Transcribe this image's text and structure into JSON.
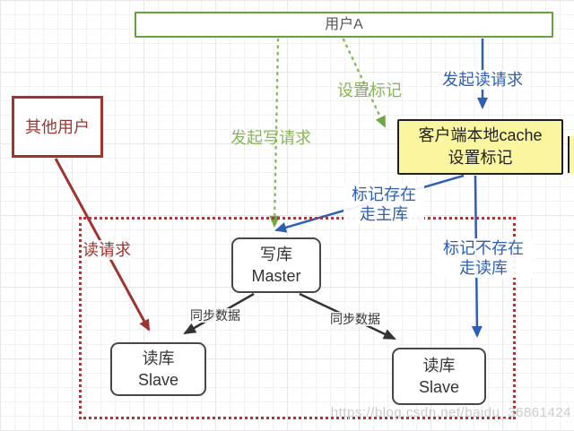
{
  "diagram": {
    "nodes": {
      "user_a": {
        "label": "用户A"
      },
      "other_users": {
        "label": "其他用户"
      },
      "cache": {
        "line1": "客户端本地cache",
        "line2": "设置标记"
      },
      "master": {
        "line1": "写库",
        "line2": "Master"
      },
      "slave_left": {
        "line1": "读库",
        "line2": "Slave"
      },
      "slave_right": {
        "line1": "读库",
        "line2": "Slave"
      }
    },
    "labels": {
      "initiate_read_request": "发起读请求",
      "set_flag": "设置标记",
      "initiate_write_request": "发起写请求",
      "flag_exists_line1": "标记存在",
      "flag_exists_line2": "走主库",
      "flag_missing_line1": "标记不存在",
      "flag_missing_line2": "走读库",
      "read_request": "读请求",
      "sync_data_left": "同步数据",
      "sync_data_right": "同步数据"
    },
    "watermark": "https://blog.csdn.net/baidu_36861424",
    "colors": {
      "green_box_border": "#69a23b",
      "green_label": "#87b65a",
      "blue": "#2e5fb3",
      "dark_red": "#9e342e",
      "dotted_region_red": "#c22e2e",
      "cache_yellow": "#faf6a0",
      "db_node_border": "#474747",
      "watermark_gray": "#c9ccd1"
    }
  }
}
